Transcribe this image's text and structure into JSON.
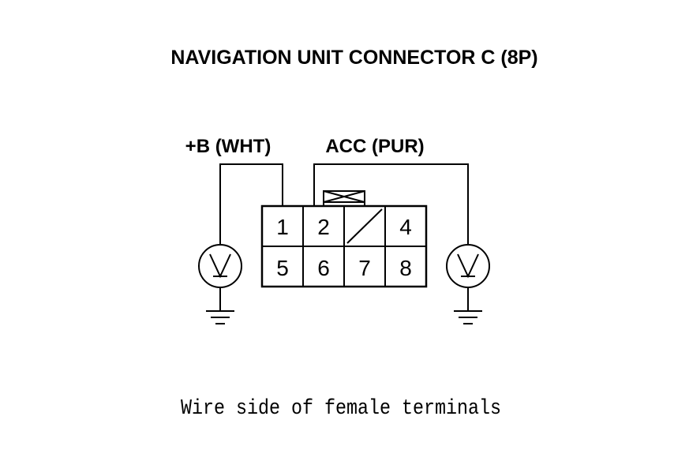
{
  "title": "NAVIGATION UNIT CONNECTOR C (8P)",
  "wires": {
    "left": {
      "label": "+B (WHT)",
      "pin": "1"
    },
    "right": {
      "label": "ACC (PUR)",
      "pin": "2"
    }
  },
  "connector": {
    "top_row": [
      "1",
      "2",
      "",
      "4"
    ],
    "bottom_row": [
      "5",
      "6",
      "7",
      "8"
    ],
    "empty_cavity_note": "slash"
  },
  "meters": {
    "left": {
      "icon": "voltmeter-icon",
      "symbol": "V"
    },
    "right": {
      "icon": "voltmeter-icon",
      "symbol": "V"
    }
  },
  "caption": "Wire side of female terminals"
}
